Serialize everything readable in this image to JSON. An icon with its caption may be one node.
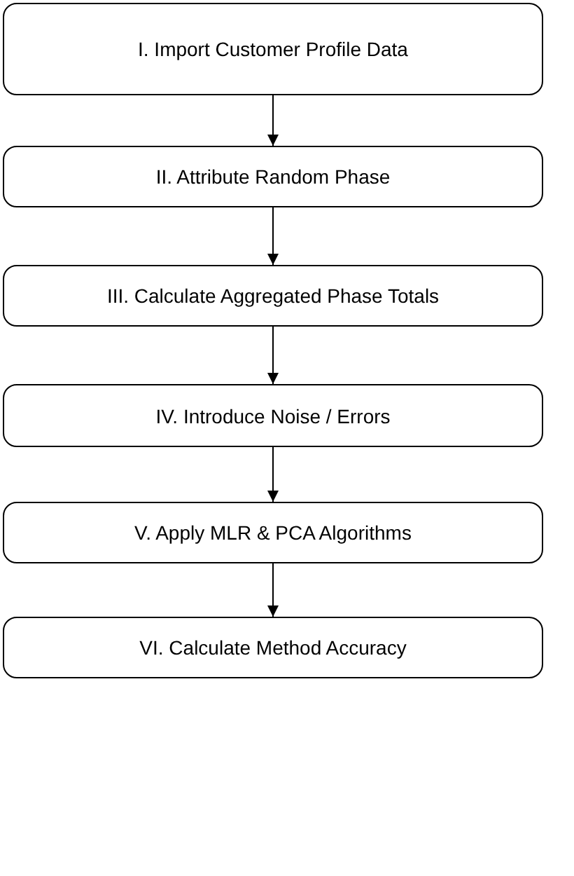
{
  "diagram": {
    "nodes": [
      {
        "text": [
          "I. Import Customer Profile Data"
        ]
      },
      {
        "text": [
          "II. Attribute Random Phase"
        ]
      },
      {
        "text": [
          "III. Calculate Aggregated Phase Totals"
        ]
      },
      {
        "text": [
          "IV. Introduce Noise / Errors"
        ]
      },
      {
        "text": [
          "V. Apply MLR & PCA Algorithms"
        ]
      },
      {
        "text": [
          "VI. Calculate Method Accuracy"
        ]
      }
    ],
    "edges": [
      {
        "from": 0,
        "to": 1,
        "arrow": "to"
      },
      {
        "from": 1,
        "to": 2,
        "arrow": "to"
      },
      {
        "from": 2,
        "to": 3,
        "arrow": "to"
      },
      {
        "from": 3,
        "to": 4,
        "arrow": "to"
      },
      {
        "from": 4,
        "to": 5,
        "arrow": "to"
      }
    ]
  }
}
